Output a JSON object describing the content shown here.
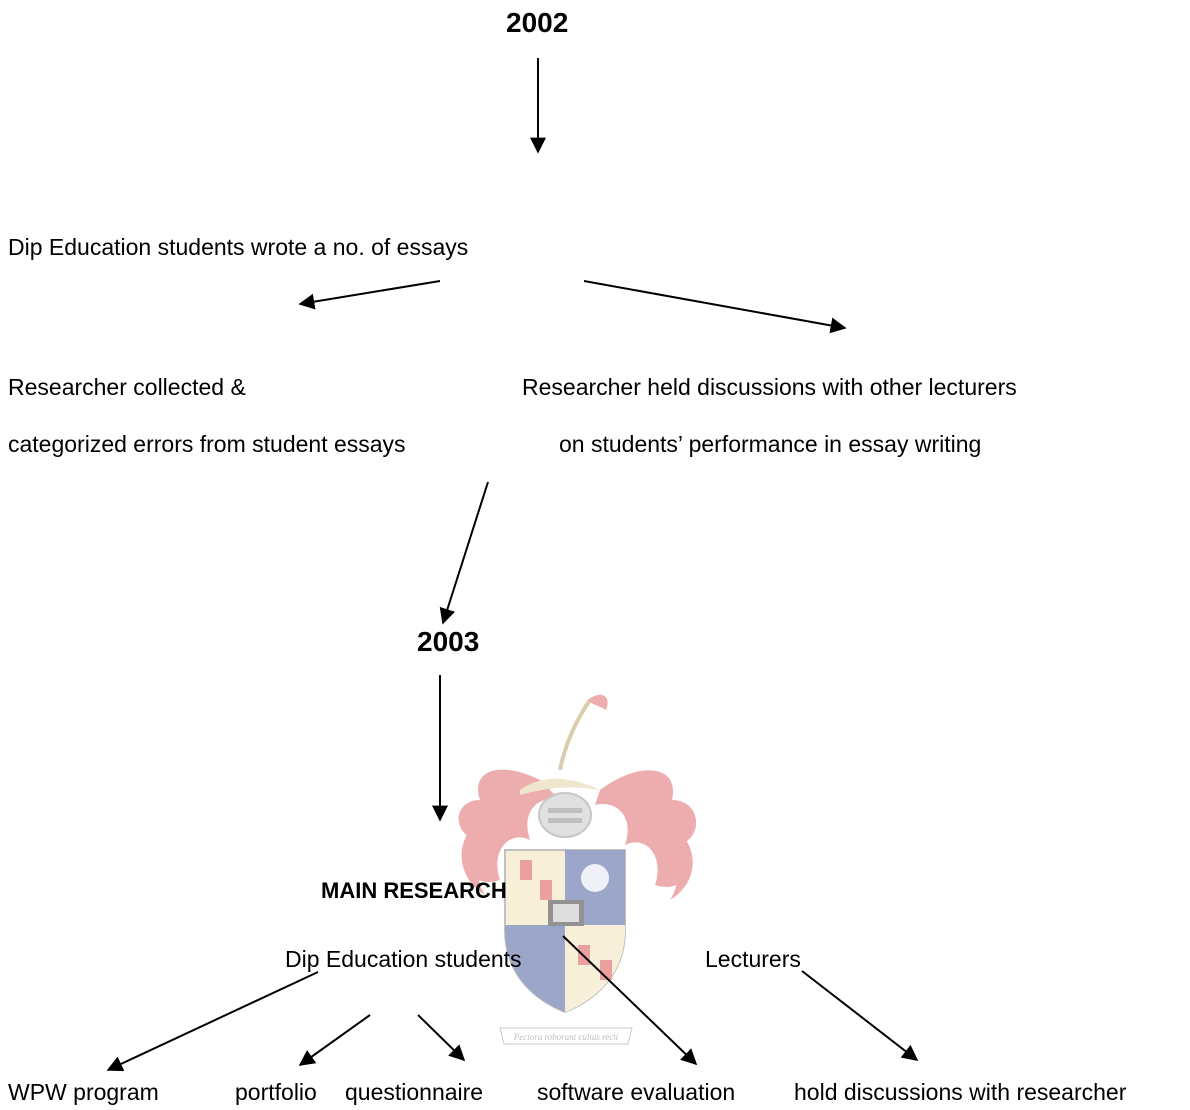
{
  "diagram": {
    "year_top": "2002",
    "year_mid": "2003",
    "pilot_box": "Dip Education students wrote a no. of essays",
    "left_branch": {
      "line1": "Researcher collected &",
      "line2": "categorized errors from student essays"
    },
    "right_branch": {
      "line1": "Researcher  held discussions with other lecturers",
      "line2": "on students’ performance in essay writing"
    },
    "main_title": "MAIN RESEARCH",
    "students": "Dip Education students",
    "lecturers": "Lecturers",
    "outcomes": {
      "wpw": "WPW program",
      "portfolio": "portfolio",
      "questionnaire": "questionnaire",
      "software": "software evaluation",
      "discussions": "hold discussions with researcher"
    }
  },
  "watermark": {
    "motto": "Pectora roborant cultus recti",
    "colors": {
      "mantle": "#e0696d",
      "shield_blue": "#4b5f9e",
      "shield_red": "#d9534f",
      "shield_gold": "#f2e3b8"
    }
  }
}
